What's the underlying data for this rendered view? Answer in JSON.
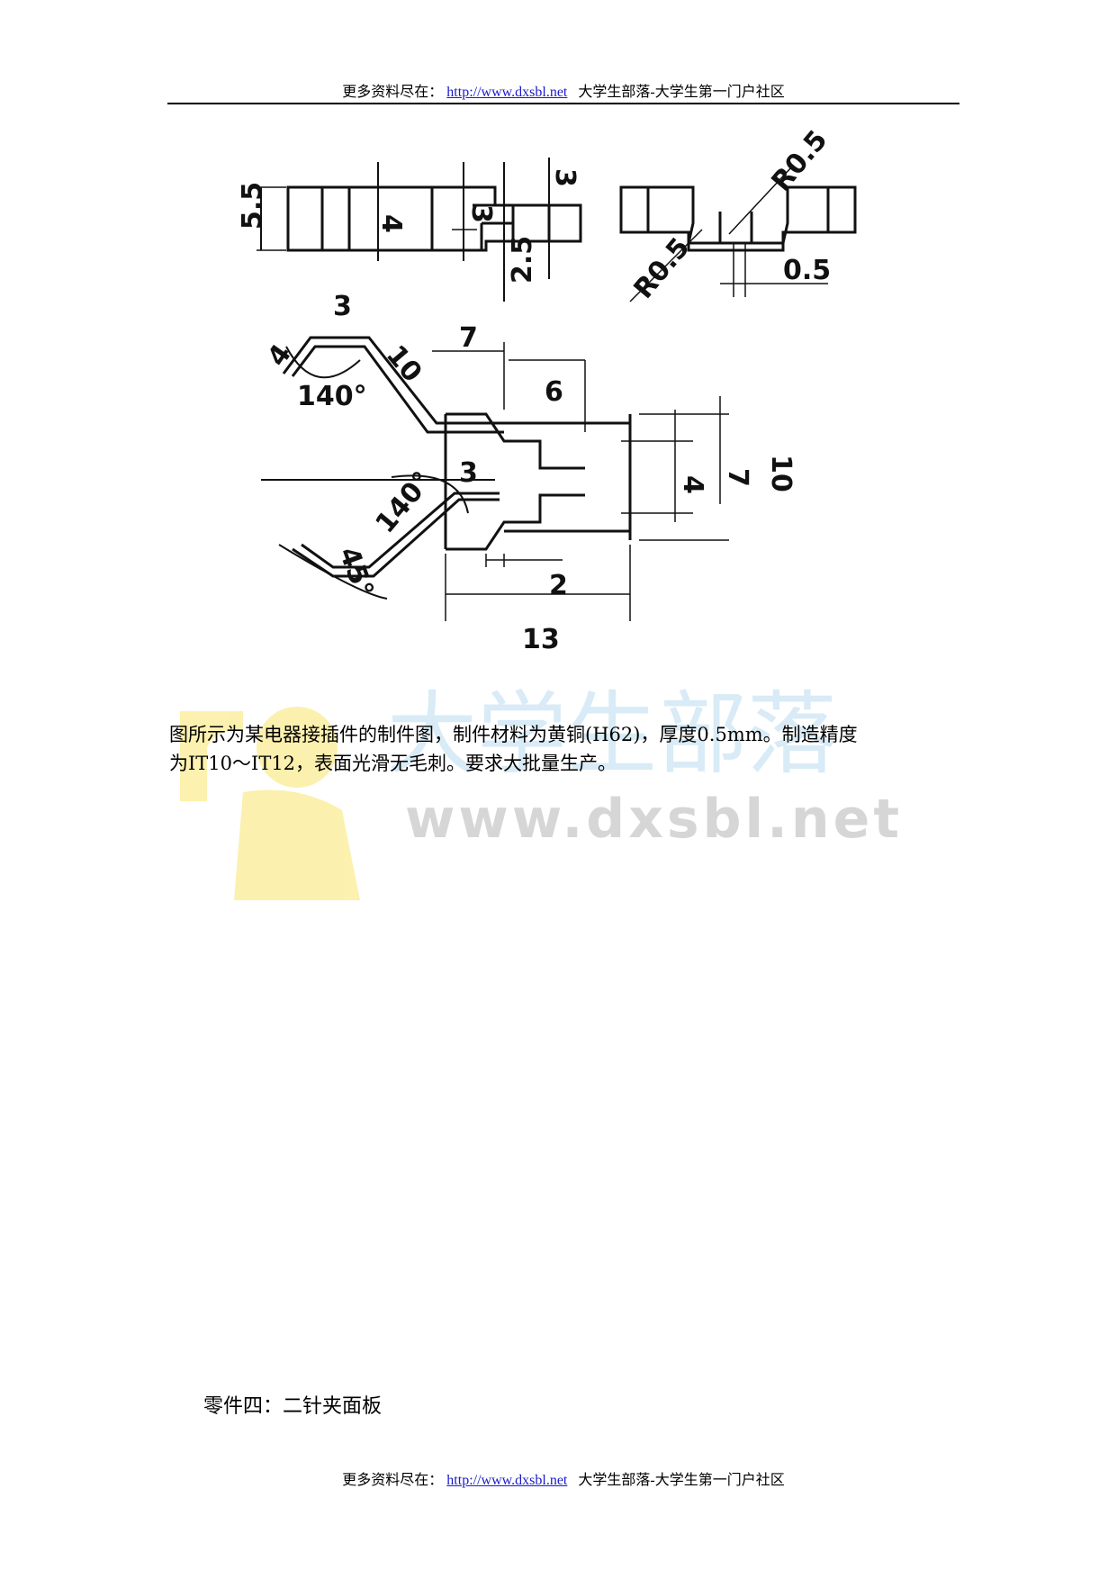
{
  "header": {
    "prefix": "更多资料尽在：",
    "url": "http://www.dxsbl.net",
    "suffix": "大学生部落-大学生第一门户社区"
  },
  "drawing": {
    "dims": {
      "d5_5": "5.5",
      "d4_top": "4",
      "d3_a": "3",
      "d3_b": "3",
      "d2_5": "2.5",
      "r05_a": "R0.5",
      "r05_b": "R0.5",
      "d0_5": "0.5",
      "d4_side": "4",
      "d3_side": "3",
      "d10_side": "10",
      "a140_top": "140°",
      "d7_top": "7",
      "d6": "6",
      "d3_mid": "3",
      "a140_mid": "140°",
      "a45": "45°",
      "d4_right": "4",
      "d7_right": "7",
      "d10_right": "10",
      "d2": "2",
      "d13": "13"
    }
  },
  "watermark": {
    "brand": "大学生部落",
    "url": "www.dxsbl.net",
    "color_brand": "#b9dcef",
    "color_figure": "#fbeea0"
  },
  "paragraph": {
    "line1": "图所示为某电器接插件的制件图，制件材料为黄铜(H62)，厚度0.5mm。制造精度",
    "line2": "为IT10～IT12，表面光滑无毛刺。要求大批量生产。"
  },
  "section_title": "零件四：二针夹面板",
  "footer": {
    "prefix": "更多资料尽在：",
    "url": "http://www.dxsbl.net",
    "suffix": "大学生部落-大学生第一门户社区"
  }
}
